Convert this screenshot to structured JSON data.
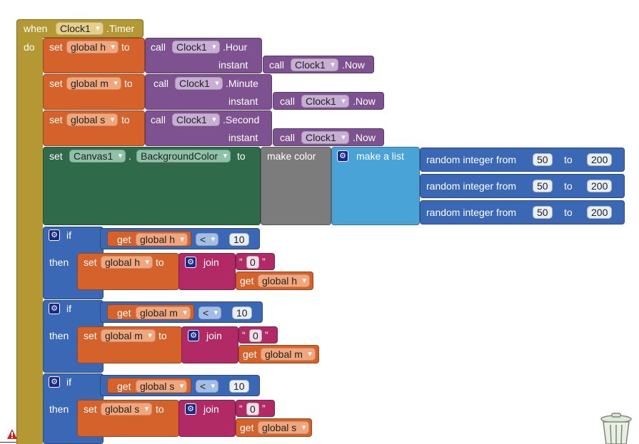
{
  "event": {
    "when": "when",
    "component": "Clock1",
    "event_name": ".Timer",
    "do": "do"
  },
  "kw": {
    "set": "set",
    "to": "to",
    "call": "call",
    "instant": "instant",
    "get": "get",
    "if": "if",
    "then": "then",
    "join": "join",
    "make_color": "make color",
    "make_list": "make a list",
    "random": "random integer from",
    "now": ".Now",
    "lt": "<",
    "quote_open": "“",
    "quote_close": "”",
    "dot": "."
  },
  "clock": "Clock1",
  "canvas": {
    "component": "Canvas1",
    "property": "BackgroundColor"
  },
  "vars": {
    "h": "global h",
    "m": "global m",
    "s": "global s"
  },
  "methods": {
    "hour": ".Hour",
    "minute": ".Minute",
    "second": ".Second"
  },
  "numbers": {
    "lo": "50",
    "hi": "200",
    "ten": "10",
    "zero": "0"
  },
  "colors": {
    "event": "#b49833",
    "variable": "#d4622a",
    "component": "#7e5191",
    "setter": "#2f6a4b",
    "color": "#7c7c7c",
    "list": "#4aa3d6",
    "math_logic": "#3a68b4",
    "text": "#b12a66"
  },
  "icons": {
    "gear": "gear-icon",
    "warning": "warning-icon",
    "trash": "trash-icon"
  }
}
